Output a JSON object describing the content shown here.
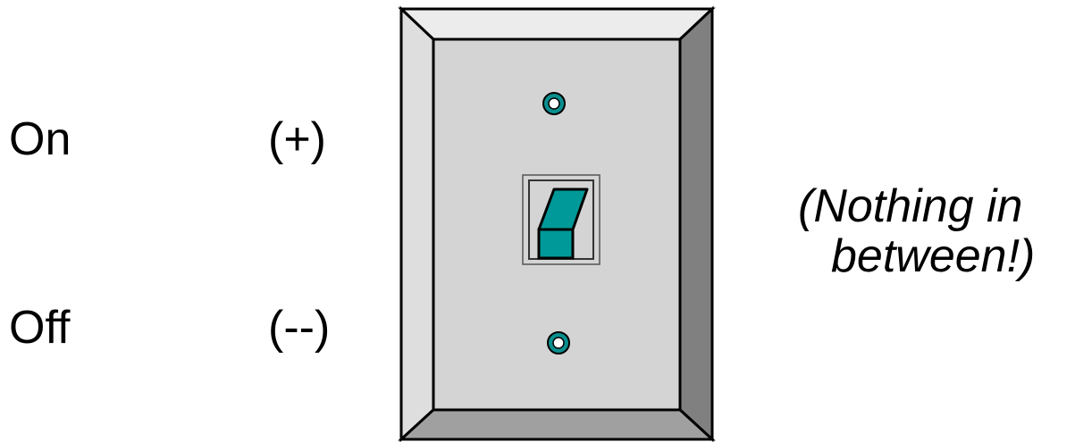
{
  "labels": {
    "on": "On",
    "on_sign": "(+)",
    "off": "Off",
    "off_sign": "(--)"
  },
  "note": {
    "line1": "(Nothing in",
    "line2": "between!)"
  },
  "colors": {
    "plate_face": "#d4d4d4",
    "bevel_top": "#ececec",
    "bevel_left": "#dedede",
    "bevel_right": "#808080",
    "bevel_bottom": "#a0a0a0",
    "toggle": "#009999",
    "outline": "#000000"
  },
  "icons": {
    "switch": "light-switch-icon",
    "screw": "screw-icon",
    "toggle": "toggle-lever-icon"
  }
}
